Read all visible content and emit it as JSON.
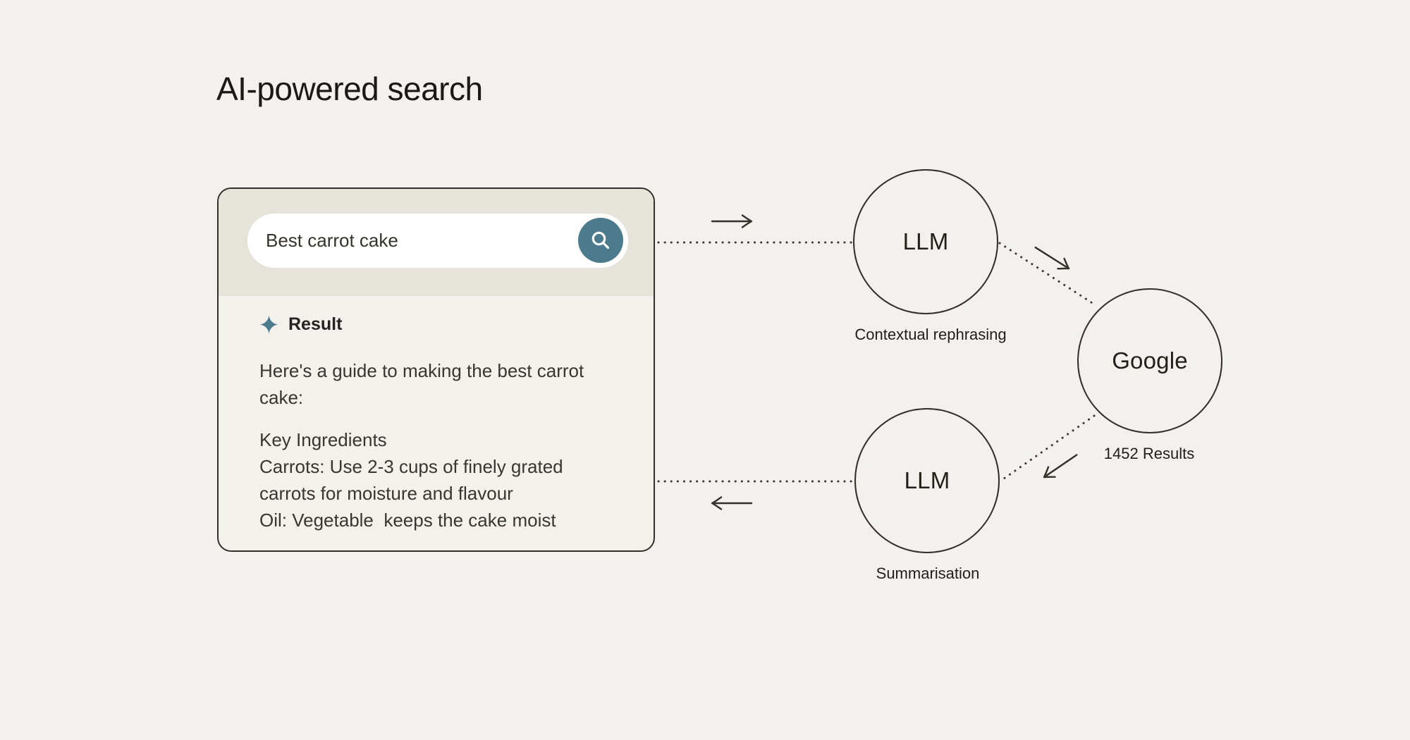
{
  "page": {
    "title": "AI-powered search"
  },
  "colors": {
    "background": "#F2F1ED",
    "card_top_bg": "#E6E3DB",
    "card_body_bg": "#F2F1EB",
    "outline": "#332E28",
    "accent_teal": "#4C7B8E",
    "title_text": "#1B1916",
    "body_text": "#3B3530"
  },
  "search": {
    "query": "Best carrot cake",
    "button_icon": "magnifier-icon"
  },
  "result": {
    "icon": "sparkle-icon",
    "label": "Result",
    "intro": "Here's a guide to making the best carrot cake:",
    "lines": [
      "Key Ingredients",
      "Carrots: Use 2-3 cups of finely grated carrots for moisture and flavour",
      "Oil: Vegetable  keeps the cake moist"
    ]
  },
  "diagram": {
    "nodes": [
      {
        "id": "llm-rephrase",
        "label": "LLM",
        "caption": "Contextual rephrasing"
      },
      {
        "id": "google",
        "label": "Google",
        "caption": "1452 Results"
      },
      {
        "id": "llm-summarise",
        "label": "LLM",
        "caption": "Summarisation"
      }
    ]
  }
}
